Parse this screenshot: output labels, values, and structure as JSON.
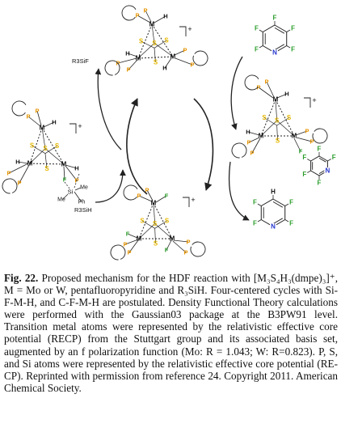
{
  "figure": {
    "atoms": {
      "metal": "M",
      "hydrogen": "H",
      "phosphorus": "P",
      "sulfur": "S",
      "fluorine": "F",
      "nitrogen": "N",
      "silicon": "Si",
      "methyl": "Me",
      "phenyl": "Ph"
    },
    "charge": "+",
    "reagents": {
      "product_silane": "R3SiF",
      "reactant_silane": "R3SiH"
    },
    "colors": {
      "metal": "#111111",
      "phosphorus": "#e69500",
      "sulfur": "#e6b800",
      "fluorine": "#2a9d2a",
      "nitrogen": "#2233cc",
      "bond": "#222222"
    }
  },
  "caption": {
    "label": "Fig. 22.",
    "text": "Proposed mechanism for the HDF reaction with [M₃S₄H₃(dmpe)₃]⁺, M = Mo or W, pentafluoropyridine and R₃SiH. Four-centered cycles with Si-F-M-H, and C-F-M-H are postulated. Density Functional Theory calculations were performed with the Gaussian03 package at the B3PW91 level. Transition metal atoms were represented by the relativistic effective core potential (RECP) from the Stuttgart group and its associated basis set, augmented by an f polarization function (Mo: R = 1.043; W: R=0.823). P, S, and Si atoms were represented by the relativistic effective core potential (RE-CP). Reprinted with permission from reference 24. Copyright 2011. American Chemical Society."
  }
}
